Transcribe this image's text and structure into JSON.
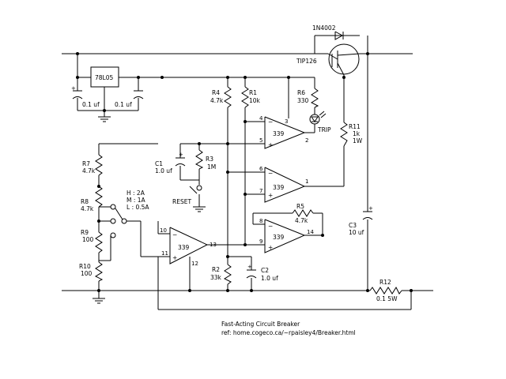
{
  "title": "Fast-Acting Circuit Breaker",
  "reference": "ref: home.cogeco.ca/~rpaisley4/Breaker.html",
  "components": {
    "diode": "1N4002",
    "transistor": "TIP126",
    "regulator": "78L05",
    "c_reg1": "0.1 uf",
    "c_reg2": "0.1 uf",
    "r4_name": "R4",
    "r4_value": "4.7k",
    "r1_name": "R1",
    "r1_value": "10k",
    "r6_name": "R6",
    "r6_value": "330",
    "led_label": "TRIP",
    "r11_name": "R11",
    "r11_value": "1k",
    "r11_power": "1W",
    "c1_name": "C1",
    "c1_value": "1.0 uf",
    "r3_name": "R3",
    "r3_value": "1M",
    "reset_label": "RESET",
    "r7_name": "R7",
    "r7_value": "4.7k",
    "r8_name": "R8",
    "r8_value": "4.7k",
    "r9_name": "R9",
    "r9_value": "100",
    "r10_name": "R10",
    "r10_value": "100",
    "range_h": "H : 2A",
    "range_m": "M : 1A",
    "range_l": "L : 0.5A",
    "r5_name": "R5",
    "r5_value": "4.7k",
    "c3_name": "C3",
    "c3_value": "10 uf",
    "r2_name": "R2",
    "r2_value": "33k",
    "c2_name": "C2",
    "c2_value": "1.0 uf",
    "r12_name": "R12",
    "r12_value": "0.1 5W"
  },
  "opamps": {
    "u1": {
      "label": "339",
      "pin_inv": "4",
      "pin_noninv": "5",
      "pin_vcc": "3",
      "pin_out": "2"
    },
    "u2": {
      "label": "339",
      "pin_inv": "6",
      "pin_noninv": "7",
      "pin_out": "1"
    },
    "u3": {
      "label": "339",
      "pin_inv": "8",
      "pin_noninv": "9",
      "pin_out": "14"
    },
    "u4": {
      "label": "339",
      "pin_inv": "10",
      "pin_noninv": "11",
      "pin_gnd": "12",
      "pin_out": "13"
    }
  }
}
